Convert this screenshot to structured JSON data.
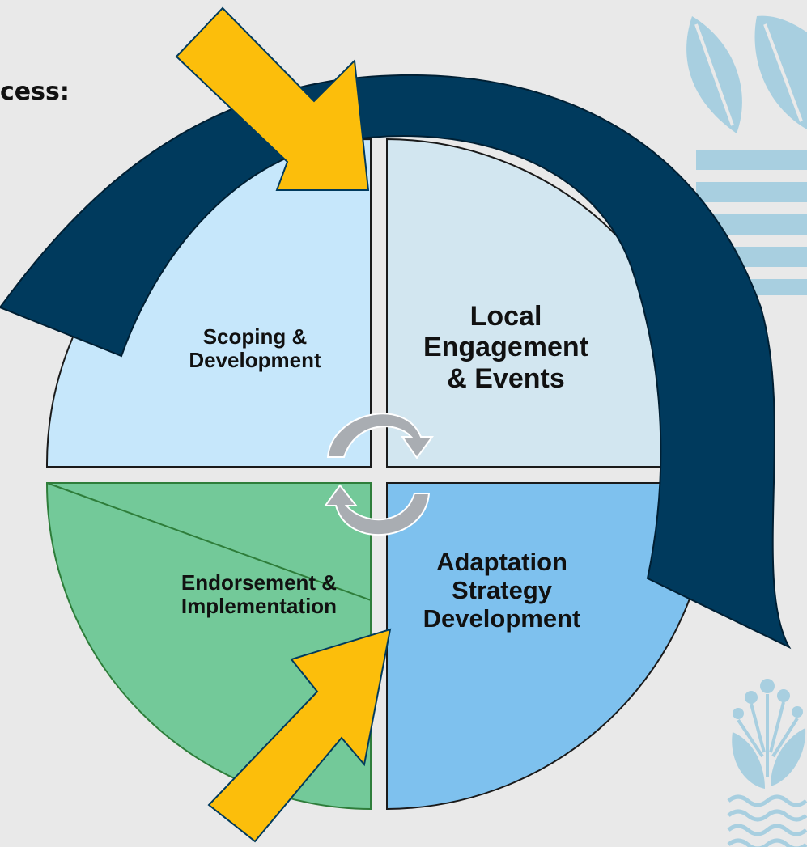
{
  "heading": "cess:",
  "quadrants": [
    {
      "id": "top-left",
      "lines": [
        "Scoping &",
        "Development"
      ]
    },
    {
      "id": "top-right",
      "lines": [
        "Local",
        "Engagement",
        "& Events"
      ]
    },
    {
      "id": "bottom-left",
      "lines": [
        "Endorsement &",
        "Implementation"
      ]
    },
    {
      "id": "bottom-right",
      "lines": [
        "Adaptation",
        "Strategy",
        "Development"
      ]
    }
  ],
  "colors": {
    "background": "#e9e9e9",
    "scoping": "#c6e7fb",
    "engagement": "#d2e6f0",
    "endorsement": "#73c999",
    "adaptation": "#7ec1ee",
    "navy_arrow": "#003a5d",
    "yellow_arrow": "#fcbe0b",
    "cycle_arrows": "#a9adb2",
    "decoration": "#a8cfe0"
  },
  "icons": [
    "leaf-icon",
    "plant-icon",
    "waves-icon"
  ]
}
